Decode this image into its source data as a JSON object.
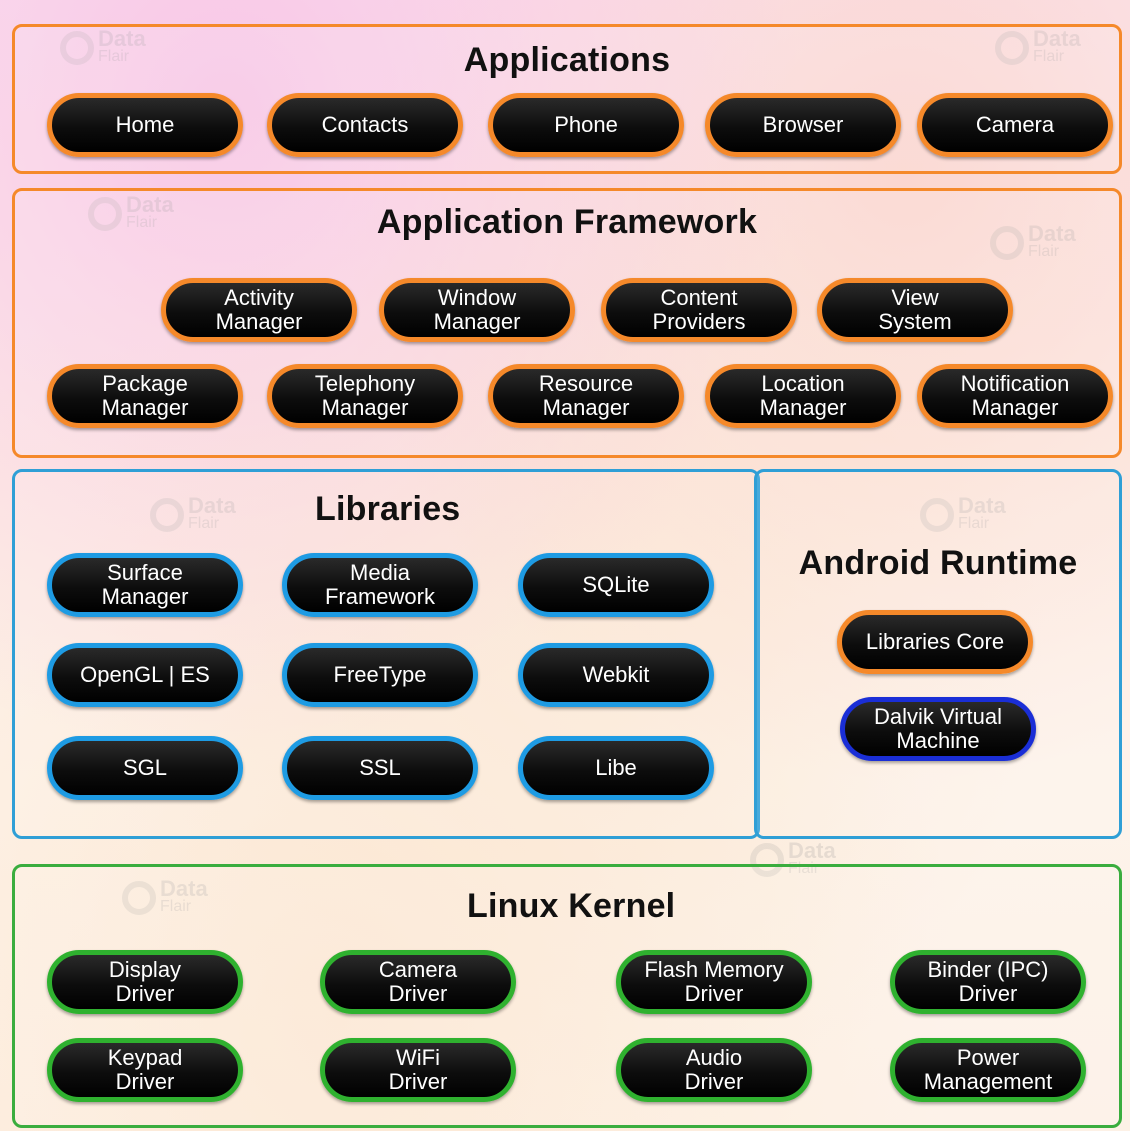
{
  "applications": {
    "title": "Applications",
    "items": [
      "Home",
      "Contacts",
      "Phone",
      "Browser",
      "Camera"
    ]
  },
  "application_framework": {
    "title": "Application Framework",
    "row1": [
      "Activity\nManager",
      "Window\nManager",
      "Content\nProviders",
      "View\nSystem"
    ],
    "row2": [
      "Package\nManager",
      "Telephony\nManager",
      "Resource\nManager",
      "Location\nManager",
      "Notification\nManager"
    ]
  },
  "libraries": {
    "title": "Libraries",
    "items": [
      "Surface\nManager",
      "Media\nFramework",
      "SQLite",
      "OpenGL | ES",
      "FreeType",
      "Webkit",
      "SGL",
      "SSL",
      "Libe"
    ]
  },
  "android_runtime": {
    "title": "Android Runtime",
    "items": [
      "Libraries Core",
      "Dalvik Virtual\nMachine"
    ]
  },
  "linux_kernel": {
    "title": "Linux Kernel",
    "items": [
      "Display\nDriver",
      "Camera\nDriver",
      "Flash Memory\nDriver",
      "Binder (IPC)\nDriver",
      "Keypad\nDriver",
      "WiFi\nDriver",
      "Audio\nDriver",
      "Power\nManagement"
    ]
  },
  "watermark": {
    "brand": "Data",
    "sub": "Flair"
  },
  "colors": {
    "orange": "#f5892a",
    "blue": "#2f9fd6",
    "green": "#3aad3e",
    "navy": "#1a2ed6"
  }
}
